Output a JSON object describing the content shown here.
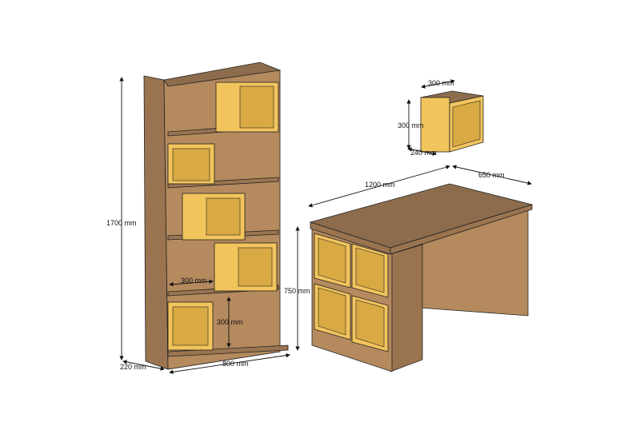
{
  "colors": {
    "wood": "#b48a5e",
    "desk_top": "#8c6c4c",
    "cube": "#f2c45c"
  },
  "bookcase": {
    "height": "1700 mm",
    "depth": "220 mm",
    "width": "800 mm",
    "cube_width": "300 mm",
    "cube_height": "300 mm"
  },
  "desk": {
    "width": "1200 mm",
    "depth": "650 mm",
    "height": "750 mm"
  },
  "wall_cube": {
    "width": "300 mm",
    "height": "300 mm",
    "depth": "240 mm"
  }
}
